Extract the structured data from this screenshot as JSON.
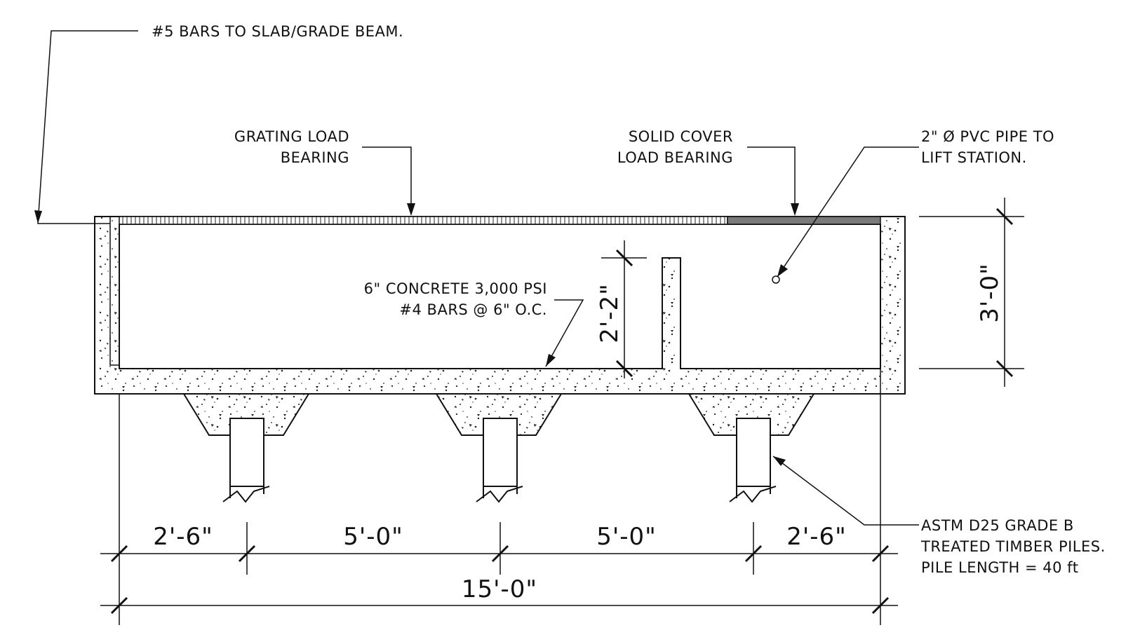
{
  "labels": {
    "bars_to_slab": "#5 BARS TO SLAB/GRADE BEAM.",
    "grating_line1": "GRATING LOAD",
    "grating_line2": "BEARING",
    "solid_line1": "SOLID COVER",
    "solid_line2": "LOAD BEARING",
    "pvc_line1": "2\" Ø PVC PIPE TO",
    "pvc_line2": "LIFT STATION.",
    "concrete_line1": "6\" CONCRETE 3,000 PSI",
    "concrete_line2": "#4 BARS @ 6\" O.C.",
    "piles_line1": "ASTM D25 GRADE B",
    "piles_line2": "TREATED TIMBER PILES.",
    "piles_line3": "PILE LENGTH = 40 ft"
  },
  "dimensions": {
    "height_overall": "3'-0\"",
    "baffle_height": "2'-2\"",
    "span_1": "2'-6\"",
    "span_2": "5'-0\"",
    "span_3": "5'-0\"",
    "span_4": "2'-6\"",
    "overall_length": "15'-0\""
  }
}
